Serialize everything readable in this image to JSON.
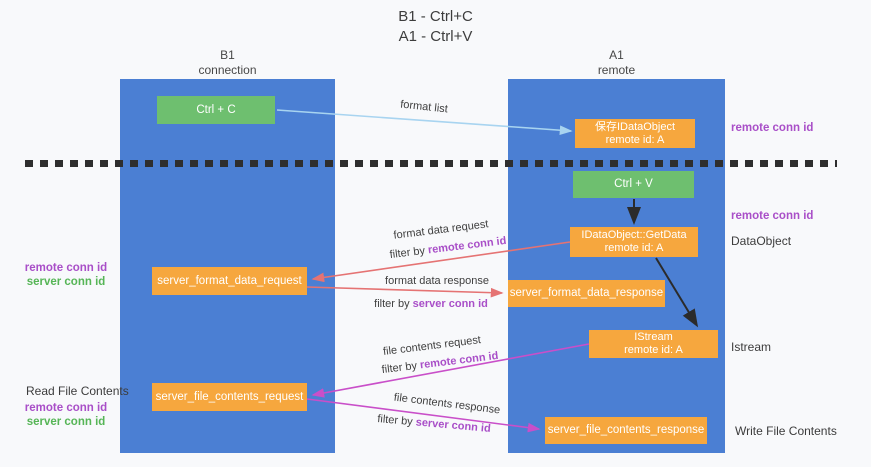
{
  "title": {
    "line1": "B1 - Ctrl+C",
    "line2": "A1 - Ctrl+V"
  },
  "lanes": {
    "left": {
      "name": "B1",
      "role": "connection"
    },
    "right": {
      "name": "A1",
      "role": "remote"
    }
  },
  "nodes": {
    "ctrl_c": "Ctrl + C",
    "ctrl_v": "Ctrl + V",
    "save_dataobject": {
      "line1": "保存IDataObject",
      "line2": "remote id: A"
    },
    "getdata": {
      "line1": "IDataObject::GetData",
      "line2": "remote id: A"
    },
    "istream": {
      "line1": "IStream",
      "line2": "remote id: A"
    },
    "server_format_data_request": "server_format_data_request",
    "server_format_data_response": "server_format_data_response",
    "server_file_contents_request": "server_file_contents_request",
    "server_file_contents_response": "server_file_contents_response"
  },
  "edge_labels": {
    "format_list": "format list",
    "format_data_request": "format data request",
    "format_data_response": "format data response",
    "file_contents_request": "file contents request",
    "file_contents_response": "file contents response",
    "filter_by": "filter by",
    "remote_conn_id": "remote conn id",
    "server_conn_id": "server conn id"
  },
  "annotations": {
    "remote_conn_id": "remote conn id",
    "server_conn_id": "server conn id",
    "dataobject": "DataObject",
    "istream": "Istream",
    "read_file_contents": "Read File Contents",
    "write_file_contents": "Write File Contents"
  },
  "colors": {
    "lane_blue": "#4b7fd3",
    "box_green": "#6ebf6f",
    "box_orange": "#f6a73e",
    "arrow_light_blue": "#a8d4f0",
    "arrow_red": "#e57373",
    "arrow_magenta": "#c94fc9",
    "arrow_black": "#2b2b2b",
    "text_purple": "#a94fc8",
    "text_green": "#56b556"
  }
}
